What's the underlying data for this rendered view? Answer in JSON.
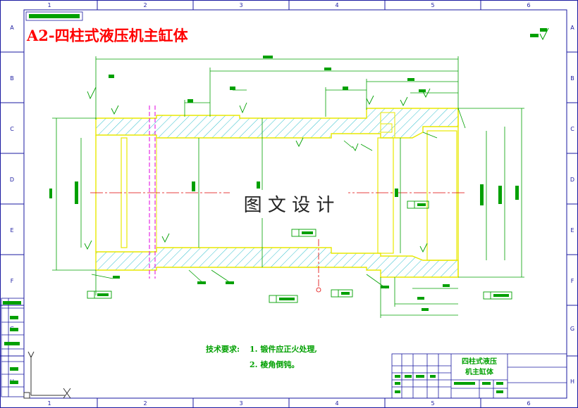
{
  "drawing": {
    "title": "A2-四柱式液压机主缸体",
    "watermark": "图 文 设 计",
    "top_left_stamp": "",
    "grid_cols": [
      "1",
      "2",
      "3",
      "4",
      "5",
      "6"
    ],
    "grid_rows": [
      "A",
      "B",
      "C",
      "D",
      "E",
      "F",
      "G",
      "H"
    ],
    "tech_req_label": "技术要求:",
    "tech_req_items": [
      "1. 锻件应正火处理,",
      "2. 棱角倒钝。"
    ],
    "title_block": {
      "part_name_line1": "四柱式液压",
      "part_name_line2": "机主缸体"
    }
  },
  "colors": {
    "outline": "#e8e800",
    "dimension": "#00b000",
    "hatch": "#00b0c0",
    "centerline": "#e00000",
    "hidden": "#e000e0",
    "title": "#ff0000",
    "frame": "#1a1aa0"
  }
}
